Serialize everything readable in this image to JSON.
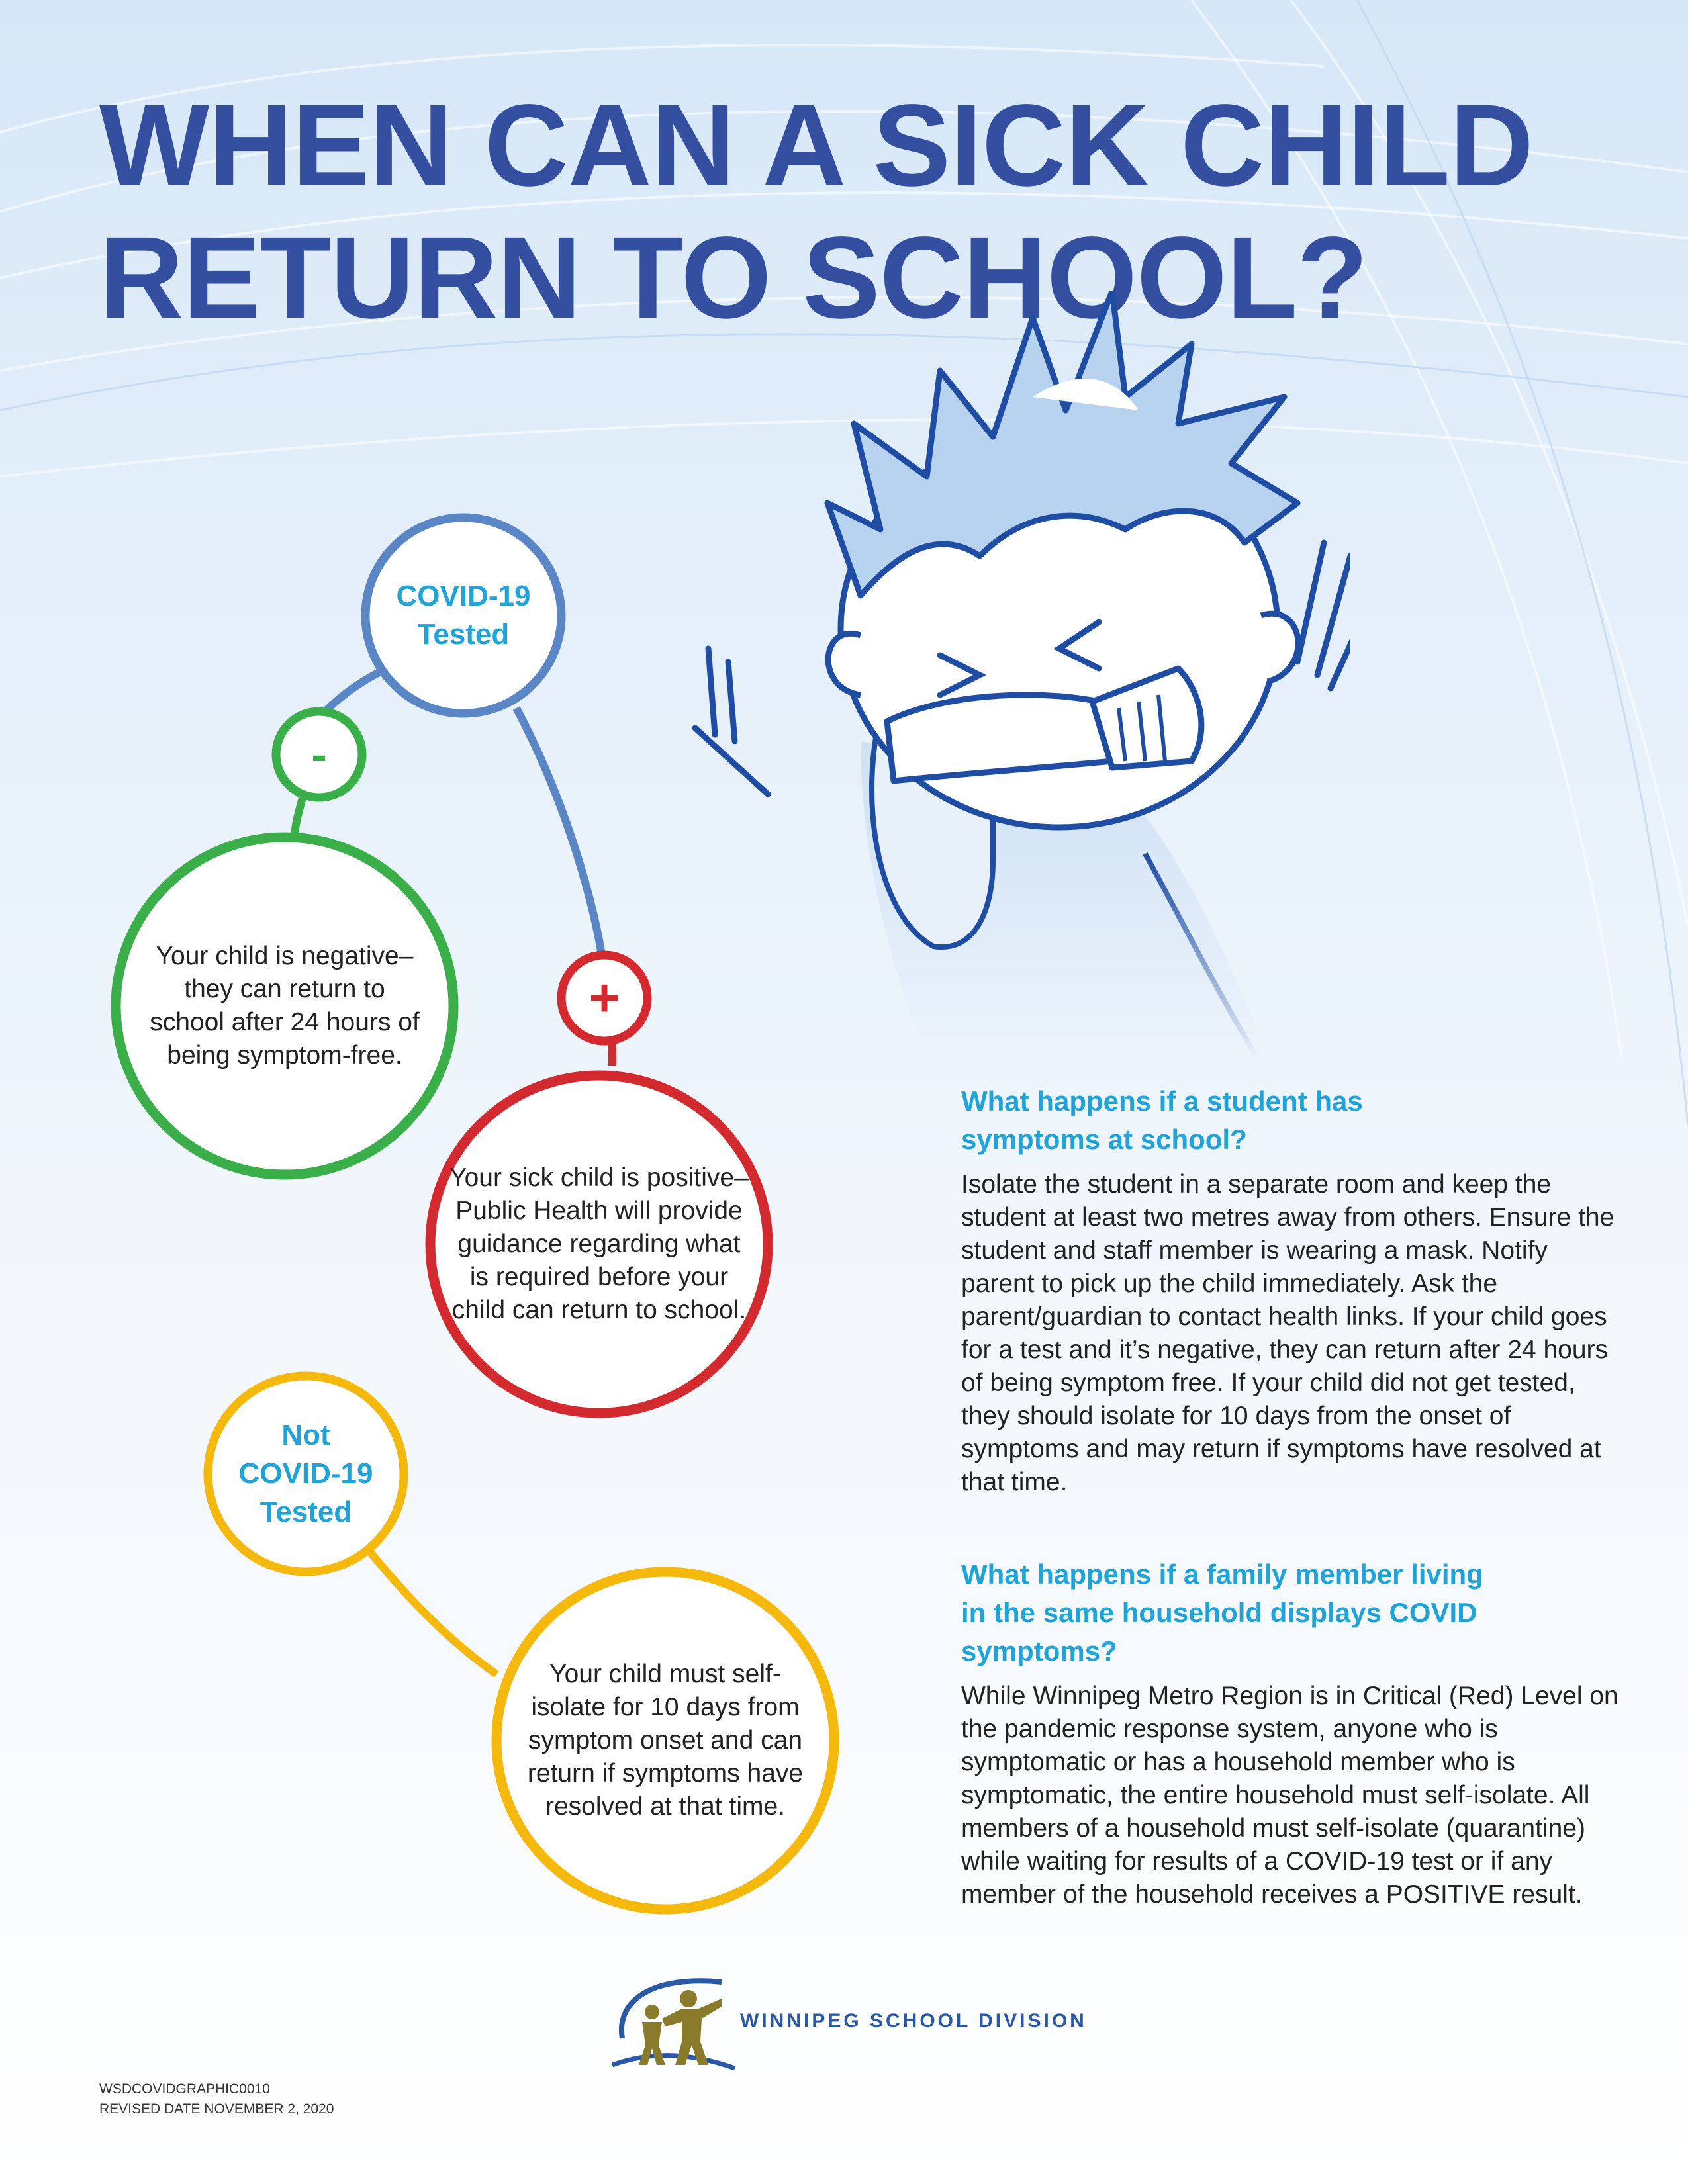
{
  "title": {
    "line1": "WHEN CAN A SICK CHILD",
    "line2": "RETURN TO SCHOOL?"
  },
  "flow": {
    "tested_label": "COVID-19 Tested",
    "negative_sign": "-",
    "positive_sign": "+",
    "negative_text": "Your child is negative–they can return to school after 24 hours of being symptom-free.",
    "positive_text": "Your sick child is positive–Public Health will provide guidance regarding what is required before your child can return to school.",
    "not_tested_label": "Not COVID-19 Tested",
    "not_tested_text": "Your child must self-isolate for 10 days from symptom onset and can return if symptoms have resolved at that time."
  },
  "info": {
    "q1": "What happens if a student has symptoms at school?",
    "a1": "Isolate the student in a separate room and keep the student at least two metres away from others. Ensure the student and staff member is wearing a mask. Notify parent to pick up the child immediately. Ask the parent/guardian to contact health links. If your child goes for a test and it’s negative, they can return after 24 hours of being symptom free. If your child did not get tested, they should isolate for 10 days from the onset of symptoms and may return if symptoms have resolved at that time.",
    "q2": "What happens if a family member living in the same household displays COVID symptoms?",
    "a2": "While Winnipeg Metro Region is in Critical (Red) Level on the pandemic response system, anyone who is symptomatic or has a household member who is symptomatic, the entire household must self-isolate. All members of a household must self-isolate (quarantine) while waiting for results of a COVID-19 test or if any member of the household receives a POSITIVE result."
  },
  "logo": {
    "name": "WINNIPEG SCHOOL DIVISION"
  },
  "footer": {
    "code": "WSDCOVIDGRAPHIC0010",
    "revised": "REVISED DATE NOVEMBER 2, 2020"
  },
  "colors": {
    "title": "#344ea0",
    "accent": "#1fa3d8",
    "tested": "#5a86c6",
    "negative": "#3aae48",
    "positive": "#d32a2f",
    "not_tested": "#f5b80c"
  }
}
